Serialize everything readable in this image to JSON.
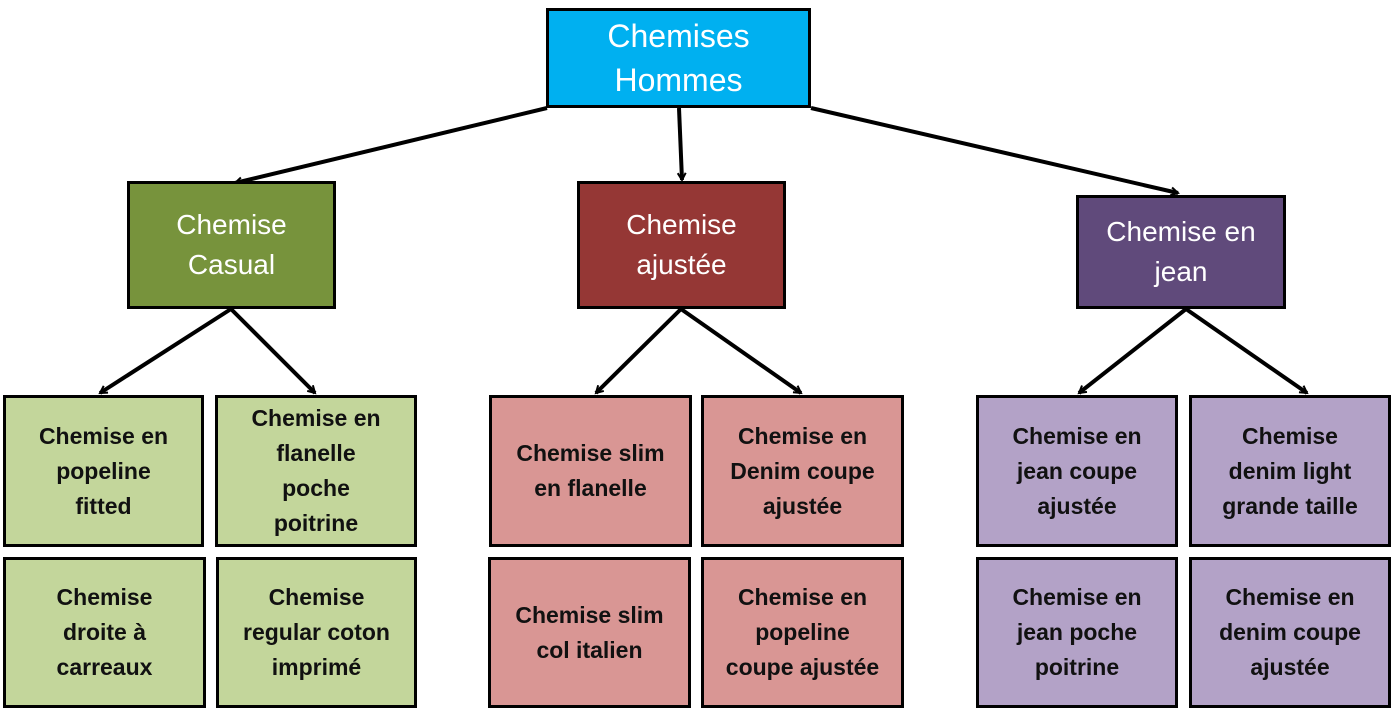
{
  "colors": {
    "root_fill": "#00b0f0",
    "casual_fill": "#77933c",
    "ajustee_fill": "#953735",
    "jean_fill": "#604a7b",
    "casual_leaf_fill": "#c3d69b",
    "ajustee_leaf_fill": "#d99694",
    "jean_leaf_fill": "#b3a2c7",
    "border": "#000000"
  },
  "root": {
    "label": "Chemises\nHommes"
  },
  "categories": [
    {
      "label": "Chemise\nCasual",
      "leaves": [
        "Chemise en\npopeline\nfitted",
        "Chemise en\nflanelle\npoche\npoitrine",
        "Chemise\ndroite à\ncarreaux",
        "Chemise\nregular coton\nimprimé"
      ]
    },
    {
      "label": "Chemise\najustée",
      "leaves": [
        "Chemise slim\nen flanelle",
        "Chemise en\nDenim coupe\najustée",
        "Chemise slim\ncol italien",
        "Chemise en\npopeline\ncoupe ajustée"
      ]
    },
    {
      "label": "Chemise en\njean",
      "leaves": [
        "Chemise en\njean coupe\najustée",
        "Chemise\ndenim light\ngrande taille",
        "Chemise en\njean poche\npoitrine",
        "Chemise en\ndenim coupe\najustée"
      ]
    }
  ]
}
